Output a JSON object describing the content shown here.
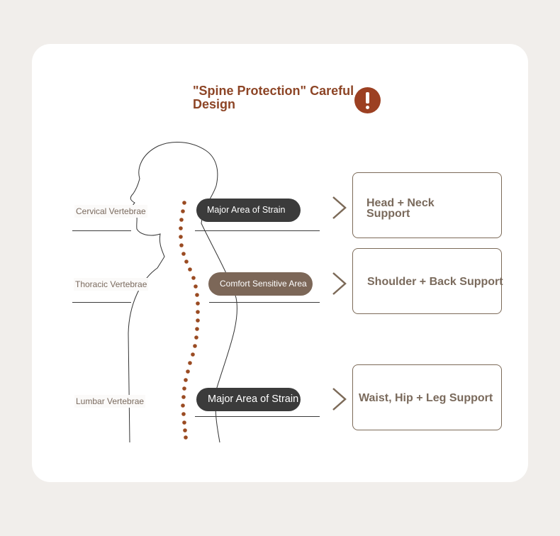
{
  "title": "\"Spine Protection\" Careful Design",
  "icons": {
    "warning": "exclamation-circle-icon",
    "arrow": "chevron-right-icon"
  },
  "colors": {
    "title": "#8d4526",
    "spine_dots": "#9a4b22",
    "dark_pill": "#3b3b3b",
    "brown_pill": "#7c6758",
    "box_border": "#7c6a58"
  },
  "rows": [
    {
      "vertebra": "Cervical Vertebrae",
      "area": "Major Area of Strain",
      "support": "Head + Neck Support"
    },
    {
      "vertebra": "Thoracic Vertebrae",
      "area": "Comfort Sensitive Area",
      "support": "Shoulder + Back Support"
    },
    {
      "vertebra": "Lumbar Vertebrae",
      "area": "Major Area of Strain",
      "support": "Waist, Hip + Leg Support"
    }
  ]
}
